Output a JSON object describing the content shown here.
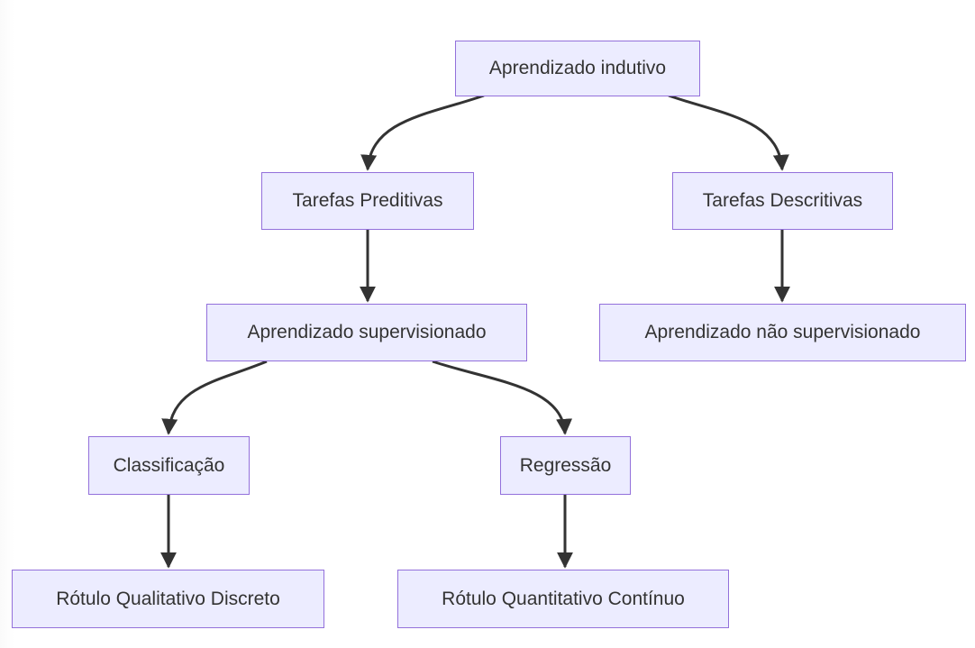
{
  "diagram": {
    "type": "flowchart-top-down",
    "colors": {
      "node_fill": "#ECECFF",
      "node_border": "#9370DB",
      "text": "#333333",
      "arrow": "#333333",
      "background": "#FFFFFF"
    },
    "nodes": [
      {
        "id": "aprendizado-indutivo",
        "label": "Aprendizado indutivo"
      },
      {
        "id": "tarefas-preditivas",
        "label": "Tarefas Preditivas"
      },
      {
        "id": "tarefas-descritivas",
        "label": "Tarefas Descritivas"
      },
      {
        "id": "aprendizado-supervisionado",
        "label": "Aprendizado supervisionado"
      },
      {
        "id": "aprendizado-nao-supervisionado",
        "label": "Aprendizado não supervisionado"
      },
      {
        "id": "classificacao",
        "label": "Classificação"
      },
      {
        "id": "regressao",
        "label": "Regressão"
      },
      {
        "id": "rotulo-qualitativo-discreto",
        "label": "Rótulo Qualitativo Discreto"
      },
      {
        "id": "rotulo-quantitativo-continuo",
        "label": "Rótulo Quantitativo Contínuo"
      }
    ],
    "edges": [
      {
        "from": "Aprendizado indutivo",
        "to": "Tarefas Preditivas"
      },
      {
        "from": "Aprendizado indutivo",
        "to": "Tarefas Descritivas"
      },
      {
        "from": "Tarefas Preditivas",
        "to": "Aprendizado supervisionado"
      },
      {
        "from": "Tarefas Descritivas",
        "to": "Aprendizado não supervisionado"
      },
      {
        "from": "Aprendizado supervisionado",
        "to": "Classificação"
      },
      {
        "from": "Aprendizado supervisionado",
        "to": "Regressão"
      },
      {
        "from": "Classificação",
        "to": "Rótulo Qualitativo Discreto"
      },
      {
        "from": "Regressão",
        "to": "Rótulo Quantitativo Contínuo"
      }
    ]
  }
}
